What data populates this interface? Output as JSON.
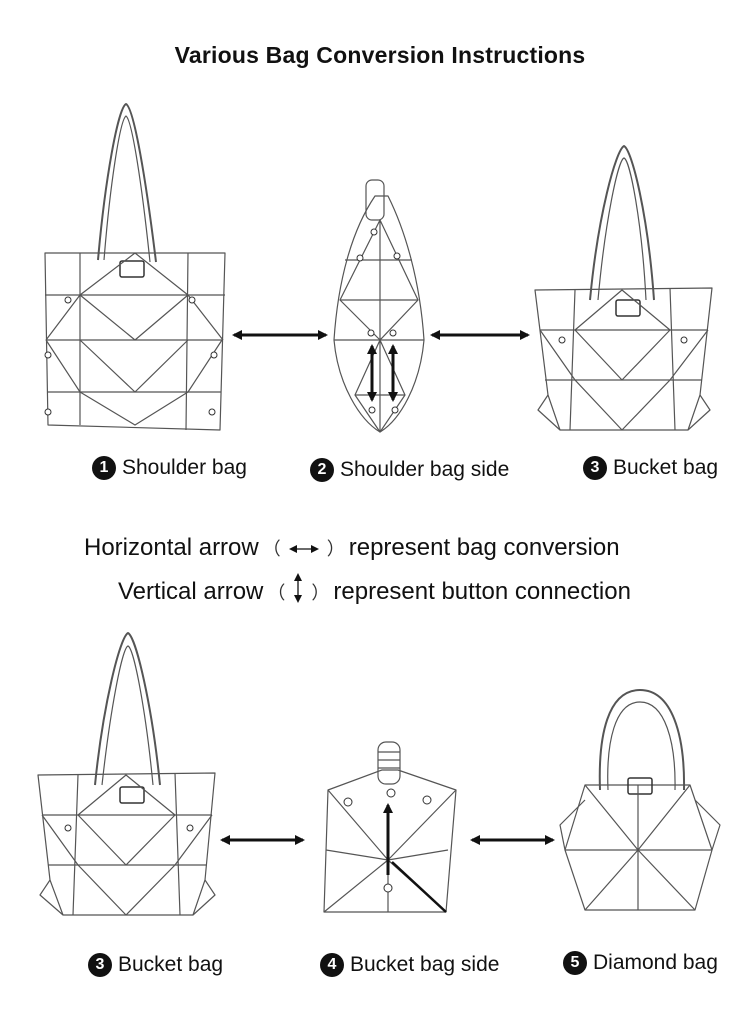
{
  "title": "Various Bag Conversion Instructions",
  "row1": [
    {
      "number": "1",
      "label": "Shoulder bag"
    },
    {
      "number": "2",
      "label": "Shoulder bag side"
    },
    {
      "number": "3",
      "label": "Bucket bag"
    }
  ],
  "legend": {
    "horizontal_label": "Horizontal arrow",
    "horizontal_text": "represent bag conversion",
    "vertical_label": "Vertical arrow",
    "vertical_text": "represent button connection",
    "open_paren": "（",
    "close_paren": "）"
  },
  "row2": [
    {
      "number": "3",
      "label": "Bucket bag"
    },
    {
      "number": "4",
      "label": "Bucket bag side"
    },
    {
      "number": "5",
      "label": "Diamond bag"
    }
  ]
}
